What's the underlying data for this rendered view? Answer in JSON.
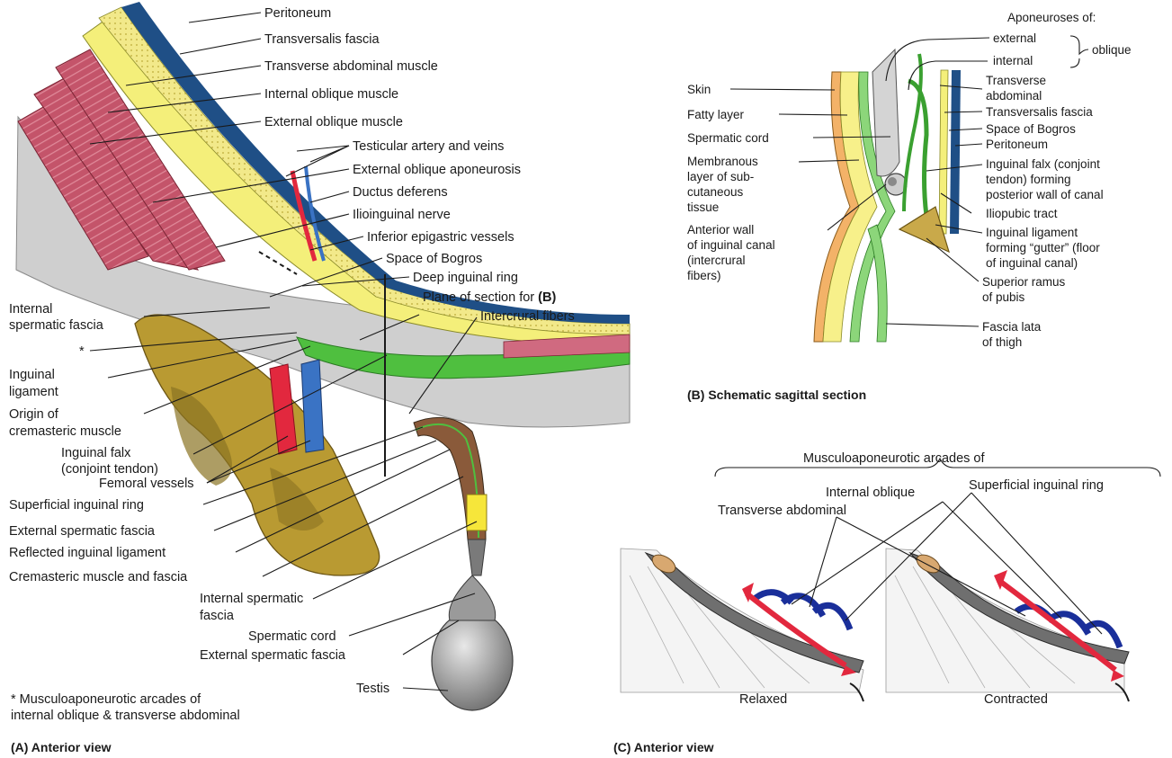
{
  "panel_a": {
    "caption": "(A) Anterior view",
    "footnote": [
      "* Musculoaponeurotic arcades of",
      "internal oblique & transverse abdominal"
    ],
    "asterisk": "*",
    "plane_marker": "(B)",
    "labels": {
      "peritoneum": "Peritoneum",
      "transversalis_fascia": "Transversalis fascia",
      "transverse_abdominal_muscle": "Transverse abdominal muscle",
      "internal_oblique_muscle": "Internal oblique muscle",
      "external_oblique_muscle": "External oblique muscle",
      "testicular_artery": "Testicular artery and veins",
      "ext_oblique_aponeurosis": "External oblique aponeurosis",
      "ductus_deferens": "Ductus deferens",
      "ilioinguinal_nerve": "Ilioinguinal nerve",
      "inferior_epigastric": "Inferior epigastric vessels",
      "space_of_bogros": "Space of Bogros",
      "deep_inguinal_ring": "Deep inguinal ring",
      "plane_of_section": "Plane of section for",
      "intercrural_fibers": "Intercrural fibers",
      "internal_spermatic_fascia_1": "Internal",
      "internal_spermatic_fascia_2": "spermatic fascia",
      "inguinal_ligament_1": "Inguinal",
      "inguinal_ligament_2": "ligament",
      "origin_cremasteric_1": "Origin of",
      "origin_cremasteric_2": "cremasteric muscle",
      "inguinal_falx_1": "Inguinal falx",
      "inguinal_falx_2": "(conjoint tendon)",
      "femoral_vessels": "Femoral vessels",
      "superficial_ring": "Superficial inguinal ring",
      "external_spermatic_fascia": "External spermatic fascia",
      "reflected_ligament": "Reflected inguinal ligament",
      "cremasteric_muscle": "Cremasteric muscle and fascia",
      "internal_spermatic_2_1": "Internal spermatic",
      "internal_spermatic_2_2": "fascia",
      "spermatic_cord": "Spermatic cord",
      "external_spermatic_2": "External spermatic fascia",
      "testis": "Testis"
    }
  },
  "panel_b": {
    "caption": "(B) Schematic sagittal section",
    "labels": {
      "aponeuroses_of": "Aponeuroses of:",
      "external": "external",
      "internal": "internal",
      "oblique": "oblique",
      "skin": "Skin",
      "fatty_layer": "Fatty layer",
      "spermatic_cord": "Spermatic cord",
      "membranous_1": "Membranous",
      "membranous_2": "layer of sub-",
      "membranous_3": "cutaneous",
      "membranous_4": "tissue",
      "anterior_wall_1": "Anterior wall",
      "anterior_wall_2": "of inguinal canal",
      "anterior_wall_3": "(intercrural",
      "anterior_wall_4": "fibers)",
      "transverse_1": "Transverse",
      "transverse_2": "abdominal",
      "transversalis_fascia": "Transversalis fascia",
      "space_of_bogros": "Space of Bogros",
      "peritoneum": "Peritoneum",
      "falx_1": "Inguinal falx (conjoint",
      "falx_2": "tendon) forming",
      "falx_3": "posterior wall of canal",
      "iliopubic": "Iliopubic tract",
      "gutter_1": "Inguinal ligament",
      "gutter_2": "forming “gutter” (floor",
      "gutter_3": "of inguinal canal)",
      "ramus_1": "Superior ramus",
      "ramus_2": "of pubis",
      "fascia_lata_1": "Fascia lata",
      "fascia_lata_2": "of thigh"
    }
  },
  "panel_c": {
    "caption": "(C) Anterior view",
    "labels": {
      "arcades_of": "Musculoaponeurotic arcades of",
      "internal_oblique": "Internal oblique",
      "superficial_ring": "Superficial inguinal ring",
      "transverse_abdominal": "Transverse abdominal",
      "relaxed": "Relaxed",
      "contracted": "Contracted"
    }
  },
  "colors": {
    "muscle": "#c4546a",
    "fascia_yellow": "#f4ef7a",
    "peritoneum_blue": "#1f4f86",
    "aponeurosis_gray": "#c9c9c9",
    "bone": "#b99a32",
    "green": "#4fbf3f",
    "artery": "#e2283e",
    "vein": "#3a73c4",
    "arcade_blue": "#1a2f9a"
  }
}
